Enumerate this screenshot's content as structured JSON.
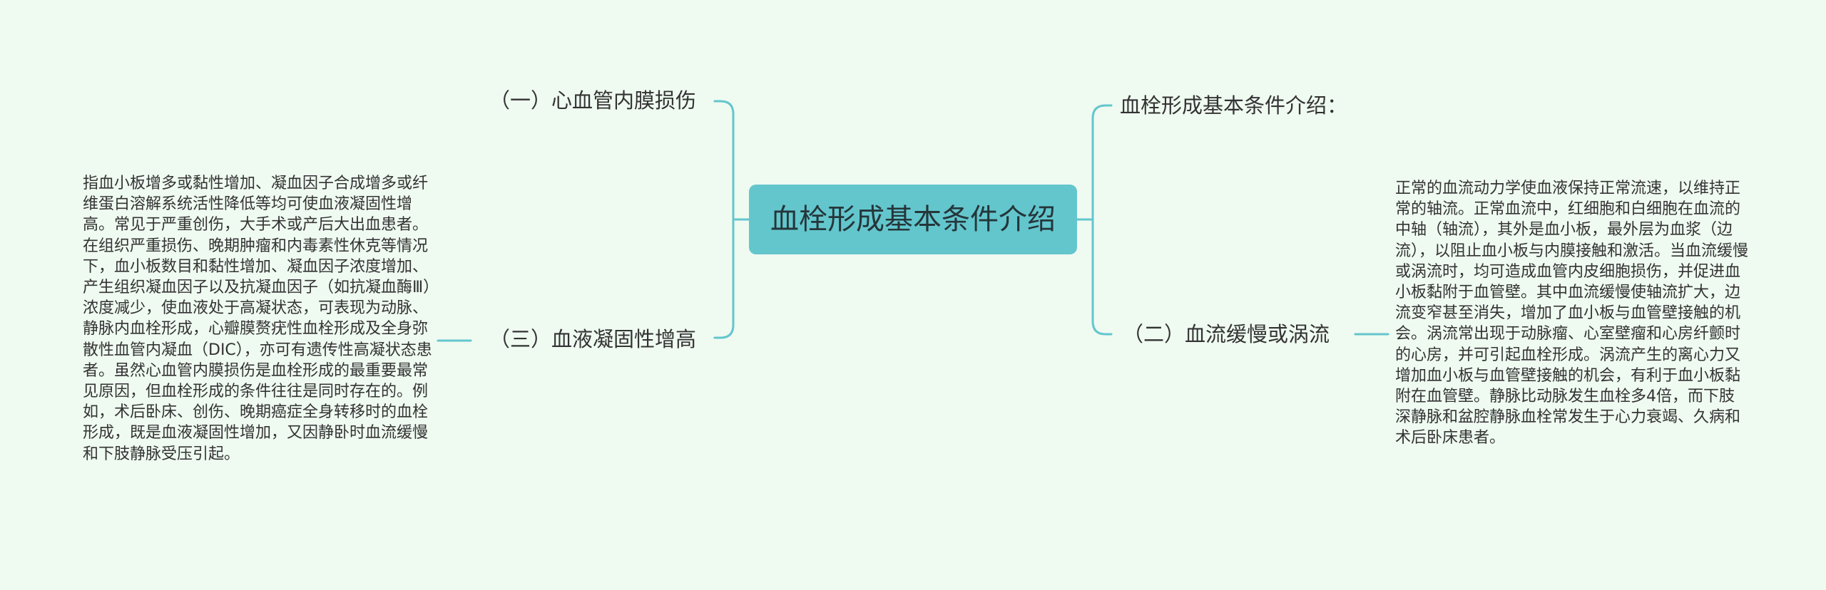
{
  "central_topic": "血栓形成基本条件介绍",
  "branches": {
    "top_left": "（一）心血管内膜损伤",
    "bottom_left": "（三）血液凝固性增高",
    "top_right": "血栓形成基本条件介绍：",
    "bottom_right": "（二）血流缓慢或涡流"
  },
  "details": {
    "left": "指血小板增多或黏性增加、凝血因子合成增多或纤维蛋白溶解系统活性降低等均可使血液凝固性增高。常见于严重创伤，大手术或产后大出血患者。在组织严重损伤、晚期肿瘤和内毒素性休克等情况下，血小板数目和黏性增加、凝血因子浓度增加、产生组织凝血因子以及抗凝血因子（如抗凝血酶Ⅲ）浓度减少，使血液处于高凝状态，可表现为动脉、静脉内血栓形成，心瓣膜赘疣性血栓形成及全身弥散性血管内凝血（DIC），亦可有遗传性高凝状态患者。虽然心血管内膜损伤是血栓形成的最重要最常见原因，但血栓形成的条件往往是同时存在的。例如，术后卧床、创伤、晚期癌症全身转移时的血栓形成，既是血液凝固性增加，又因静卧时血流缓慢和下肢静脉受压引起。",
    "right": "正常的血流动力学使血液保持正常流速，以维持正常的轴流。正常血流中，红细胞和白细胞在血流的中轴（轴流），其外是血小板，最外层为血浆（边流），以阻止血小板与内膜接触和激活。当血流缓慢或涡流时，均可造成血管内皮细胞损伤，并促进血小板黏附于血管壁。其中血流缓慢使轴流扩大，边流变窄甚至消失，增加了血小板与血管壁接触的机会。涡流常出现于动脉瘤、心室壁瘤和心房纤颤时的心房，并可引起血栓形成。涡流产生的离心力又增加血小板与血管壁接触的机会，有利于血小板黏附在血管壁。静脉比动脉发生血栓多4倍，而下肢深静脉和盆腔静脉血栓常发生于心力衰竭、久病和术后卧床患者。"
  },
  "colors": {
    "background": "#effaf1",
    "accent": "#63c6cd",
    "text": "#333333"
  }
}
